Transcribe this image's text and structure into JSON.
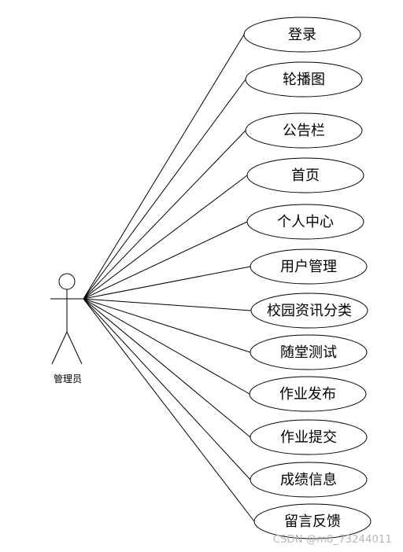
{
  "actor": {
    "label": "管理员"
  },
  "use_cases": [
    {
      "label": "登录"
    },
    {
      "label": "轮播图"
    },
    {
      "label": "公告栏"
    },
    {
      "label": "首页"
    },
    {
      "label": "个人中心"
    },
    {
      "label": "用户管理"
    },
    {
      "label": "校园资讯分类"
    },
    {
      "label": "随堂测试"
    },
    {
      "label": "作业发布"
    },
    {
      "label": "作业提交"
    },
    {
      "label": "成绩信息"
    },
    {
      "label": "留言反馈"
    }
  ],
  "watermark": "CSDN @m0_73244011"
}
